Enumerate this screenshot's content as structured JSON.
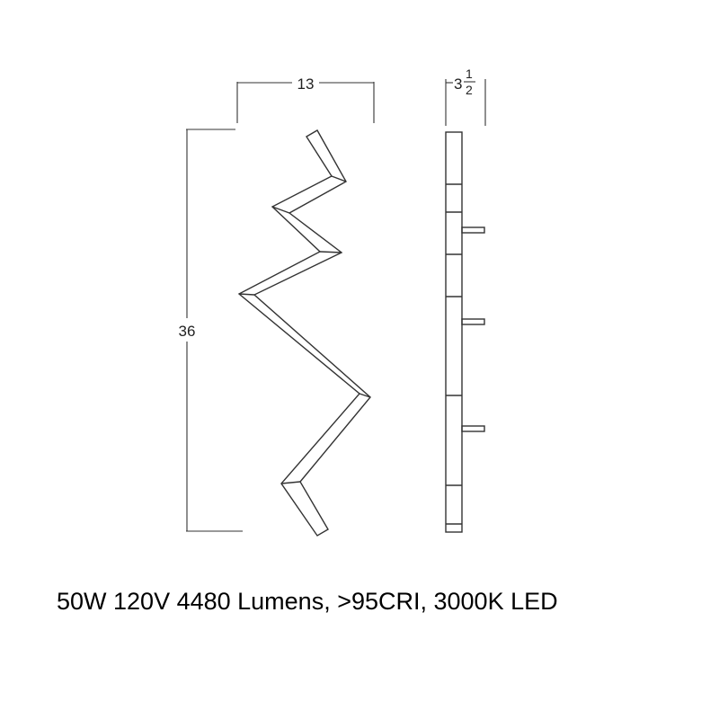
{
  "drawing": {
    "front_view": {
      "width_label": "13",
      "height_label": "36"
    },
    "side_view": {
      "depth_whole": "3",
      "depth_fraction_numerator": "1",
      "depth_fraction_denominator": "2"
    }
  },
  "caption": "50W 120V 4480 Lumens, >95CRI, 3000K LED"
}
